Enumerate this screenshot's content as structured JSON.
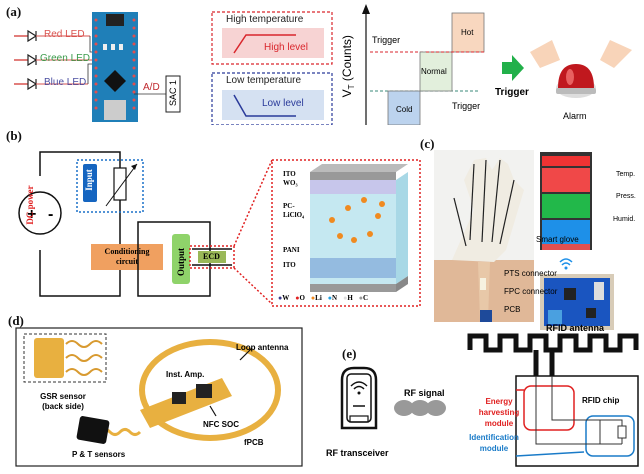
{
  "panel_a": {
    "label": "(a)",
    "leds": [
      "Red LED",
      "Green LED",
      "Blue LED"
    ],
    "led_colors": [
      "#d9534f",
      "#3a9a4a",
      "#4a4ea0"
    ],
    "ad_label": "A/D",
    "sac_label": "SAC 1",
    "high_box": {
      "title": "High temperature",
      "level": "High level",
      "color": "#d9262c",
      "fill": "#f7d3d3"
    },
    "low_box": {
      "title": "Low temperature",
      "level": "Low level",
      "color": "#2a3a9a",
      "fill": "#d5e1f2"
    },
    "y_axis": "V",
    "y_axis_sub": "T",
    "y_axis_rest": " (Counts)",
    "trigger_top": "Trigger",
    "trigger_bottom": "Trigger",
    "states": [
      "Cold",
      "Normal",
      "Hot"
    ],
    "state_colors": [
      "#bcd3ee",
      "#e2efdc",
      "#f8d7bf"
    ],
    "arrow_label": "Trigger",
    "alarm_label": "Alarm"
  },
  "panel_b": {
    "label": "(b)",
    "dc_power": "DC power",
    "input": "Input",
    "conditioning_line1": "Conditioning",
    "conditioning_line2": "circuit",
    "output": "Output",
    "ecd": "ECD",
    "layers": [
      "ITO",
      "WO₃",
      "PC-",
      "LiClO₄",
      "PANI",
      "ITO"
    ],
    "legend": [
      {
        "symbol": "W",
        "color": "#3a3a8a"
      },
      {
        "symbol": "O",
        "color": "#e02020"
      },
      {
        "symbol": "Li",
        "color": "#f08a20"
      },
      {
        "symbol": "N",
        "color": "#20a0e0"
      },
      {
        "symbol": "H",
        "color": "#dddddd"
      },
      {
        "symbol": "C",
        "color": "#999999"
      }
    ]
  },
  "panel_c_top": {
    "label": "(c)",
    "glove_label": "Smart glove",
    "pts": "PTS connector",
    "fpc": "FPC connector",
    "pcb": "PCB",
    "phone_labels": [
      "Temp.",
      "Press.",
      "Humid."
    ],
    "phone_colors": [
      "#f04848",
      "#22b84a",
      "#1e90e8"
    ]
  },
  "panel_d": {
    "label": "(d)",
    "gsr_line1": "GSR sensor",
    "gsr_line2": "(back side)",
    "loop": "Loop antenna",
    "inst": "Inst. Amp.",
    "nfc": "NFC SOC",
    "fpcb": "fPCB",
    "pt": "P & T sensors"
  },
  "panel_e": {
    "label": "(e)",
    "antenna": "RFID antenna",
    "rf_signal": "RF signal",
    "transceiver": "RF transceiver",
    "chip": "RFID chip",
    "energy": [
      "Energy",
      "harvesting",
      "module"
    ],
    "ident": [
      "Identification",
      "module"
    ],
    "energy_color": "#e02020",
    "ident_color": "#1a7bc8"
  }
}
